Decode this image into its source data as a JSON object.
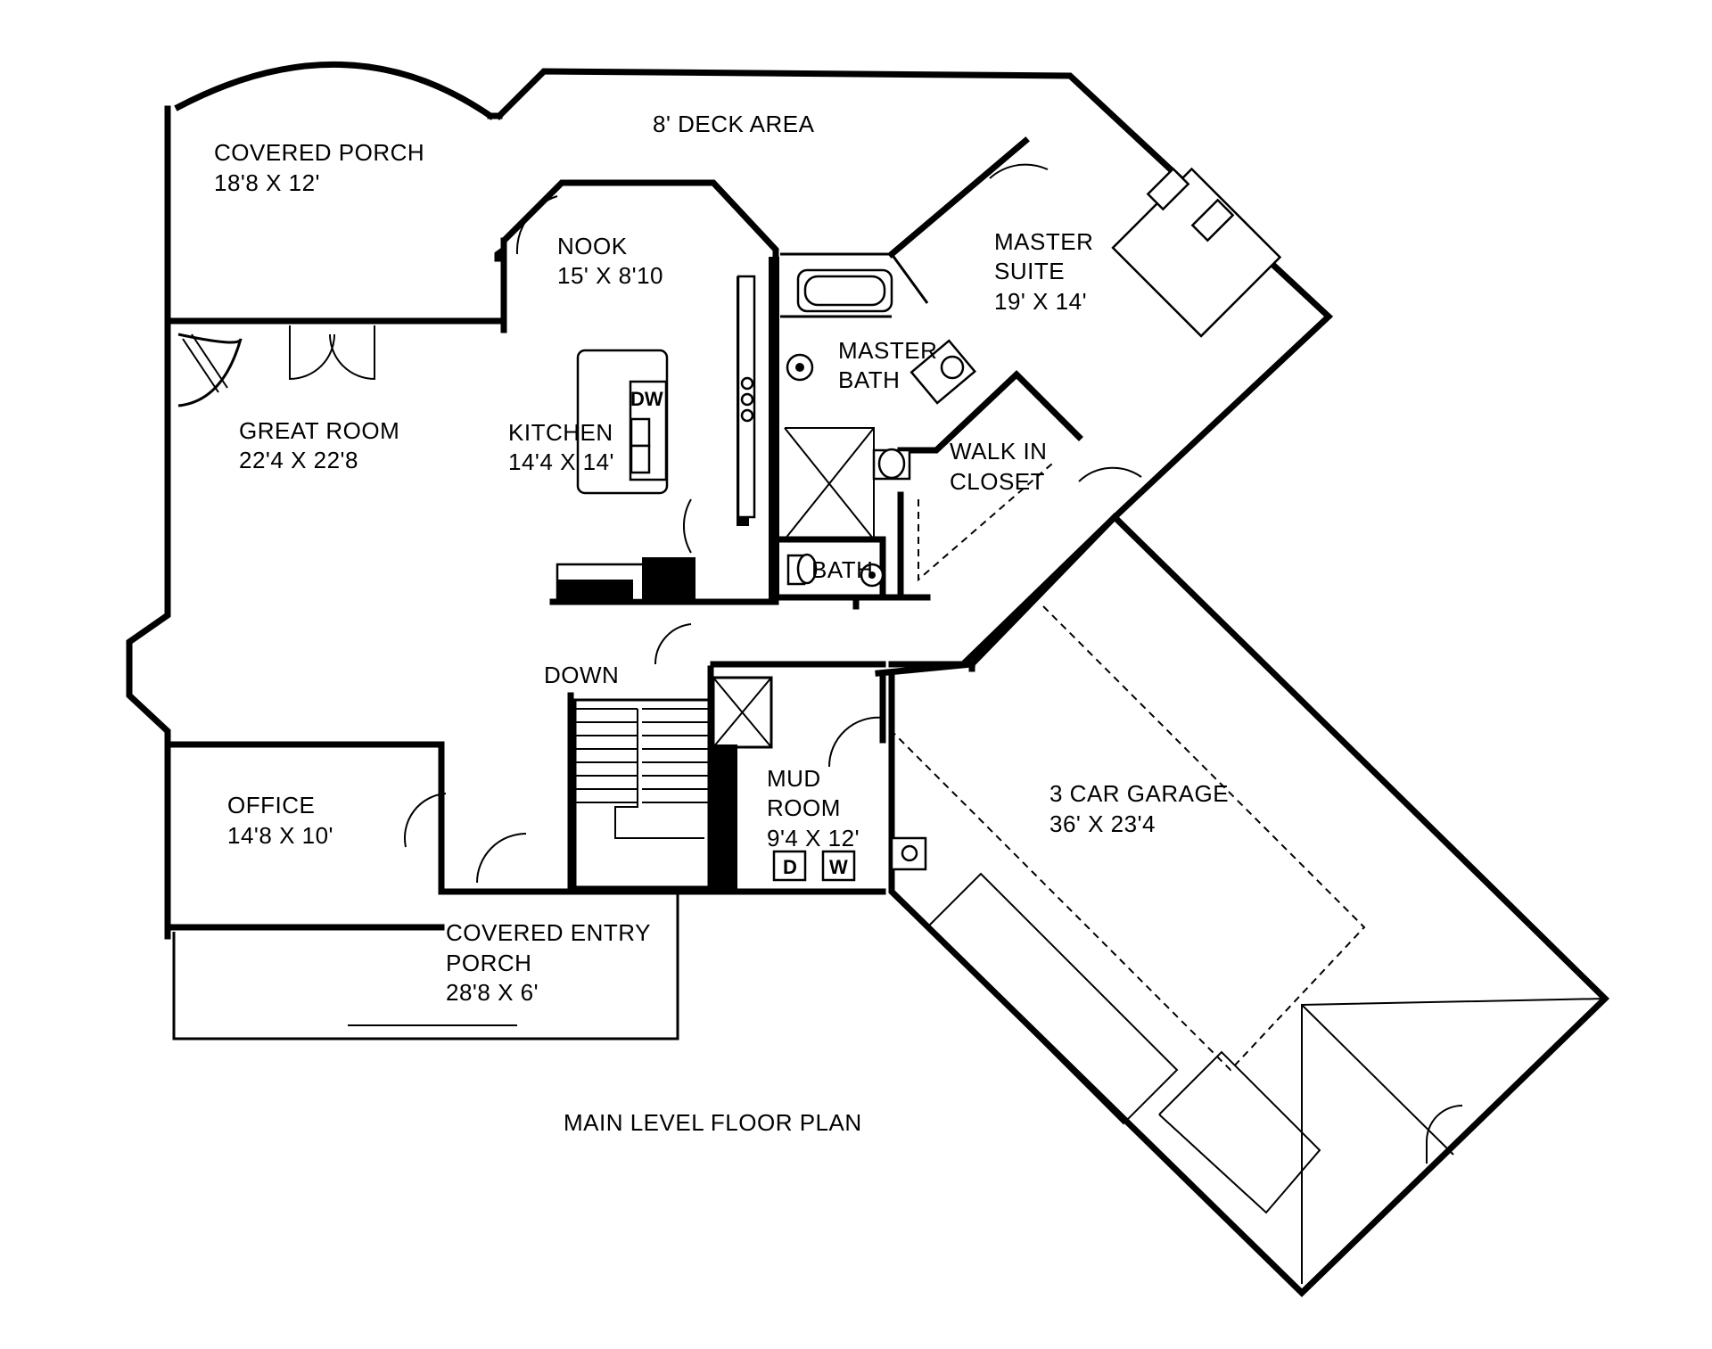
{
  "rooms": {
    "covered_porch": {
      "name": "COVERED PORCH",
      "size": "18'8 X 12'"
    },
    "deck": {
      "name": "8' DECK AREA"
    },
    "nook": {
      "name": "NOOK",
      "size": "15' X 8'10"
    },
    "master_suite": {
      "name": "MASTER",
      "name2": "SUITE",
      "size": "19' X 14'"
    },
    "master_bath": {
      "name": "MASTER",
      "name2": "BATH"
    },
    "great_room": {
      "name": "GREAT ROOM",
      "size": "22'4 X 22'8"
    },
    "kitchen": {
      "name": "KITCHEN",
      "size": "14'4 X 14'"
    },
    "walk_in_closet": {
      "name": "WALK IN",
      "name2": "CLOSET"
    },
    "bath": {
      "name": "BATH"
    },
    "stairs": {
      "name": "DOWN"
    },
    "mud_room": {
      "name": "MUD",
      "name2": "ROOM",
      "size": "9'4 X 12'"
    },
    "garage": {
      "name": "3 CAR GARAGE",
      "size": "36' X 23'4"
    },
    "office": {
      "name": "OFFICE",
      "size": "14'8 X 10'"
    },
    "entry_porch": {
      "name": "COVERED ENTRY",
      "name2": "PORCH",
      "size": "28'8 X 6'"
    }
  },
  "appliances": {
    "dishwasher": "DW",
    "dryer": "D",
    "washer": "W"
  },
  "title": "MAIN LEVEL FLOOR PLAN"
}
